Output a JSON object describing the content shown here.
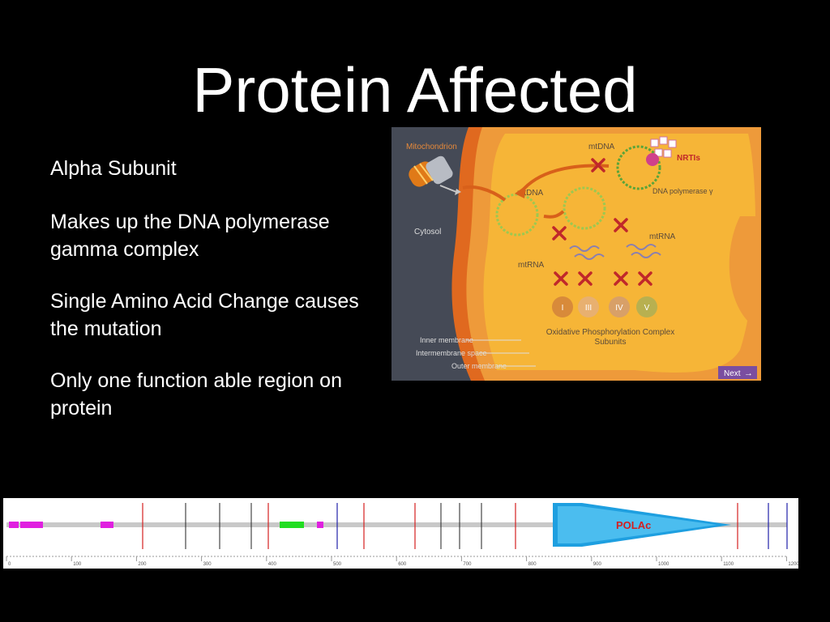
{
  "slide": {
    "title": "Protein Affected",
    "bullets": [
      "Alpha Subunit",
      "Makes up the DNA polymerase gamma complex",
      "Single Amino Acid Change causes the mutation",
      "Only one function able region on protein"
    ]
  },
  "figure": {
    "labels": {
      "mitochondrion": "Mitochondrion",
      "cytosol": "Cytosol",
      "mtdna_top": "mtDNA",
      "mtdna_left": "mtDNA",
      "nrtis": "NRTIs",
      "dna_polymerase": "DNA polymerase γ",
      "mtrna_left": "mtRNA",
      "mtrna_right": "mtRNA",
      "oxphos": "Oxidative Phosphorylation Complex Subunits",
      "inner_membrane": "Inner membrane",
      "intermembrane_space": "Intermembrane space",
      "outer_membrane": "Outer membrane",
      "next": "Next"
    },
    "complexes": [
      "I",
      "III",
      "IV",
      "V"
    ],
    "colors": {
      "panel": "#454a56",
      "outer": "#e0691f",
      "space": "#ee9a3a",
      "matrix": "#f6b537"
    }
  },
  "domain_track": {
    "domain_label": "POLAc",
    "axis_ticks": [
      "0",
      "100",
      "200",
      "300",
      "400",
      "500",
      "600",
      "700",
      "800",
      "900",
      "1000",
      "1100",
      "1200"
    ],
    "colors": {
      "red": "#d42020",
      "black": "#222222",
      "blue": "#2222aa",
      "magenta": "#e020e0",
      "green": "#22dd22",
      "polac": "#1e9fe0"
    }
  }
}
